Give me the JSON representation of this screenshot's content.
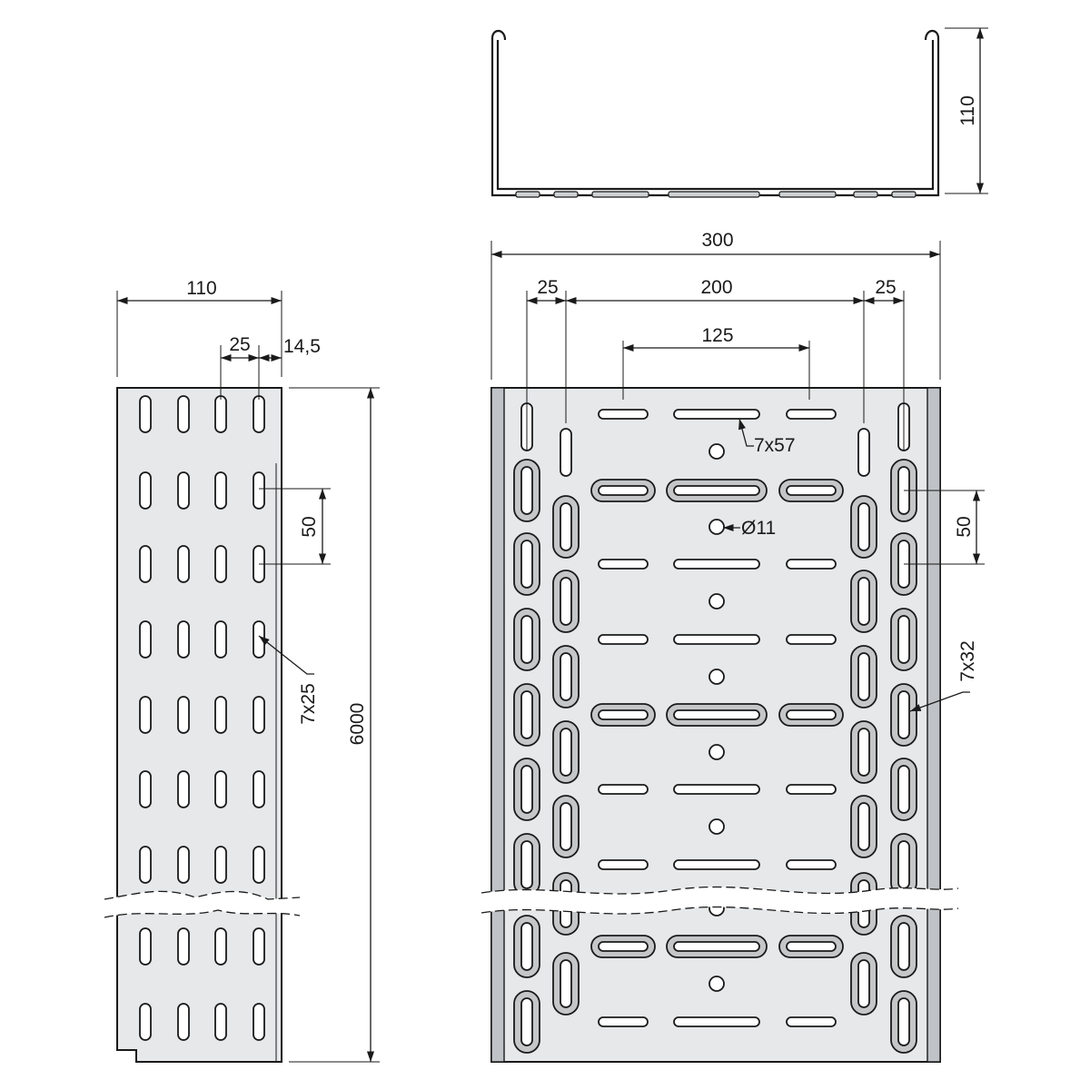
{
  "drawing": {
    "top_view": {
      "width_label": "300",
      "side_margin_left_label": "25",
      "inner_span_label": "200",
      "side_margin_right_label": "25",
      "slot_spacing_label": "125",
      "slot_label_center": "7x57",
      "hole_label": "Ø11",
      "pitch_label": "50",
      "side_slot_label": "7x32"
    },
    "cross_section": {
      "height_label": "110"
    },
    "side_view": {
      "height_label": "110",
      "pitch_h_label": "25",
      "edge_label": "14,5",
      "pitch_v_label": "50",
      "slot_label": "7x25",
      "length_label": "6000"
    }
  }
}
